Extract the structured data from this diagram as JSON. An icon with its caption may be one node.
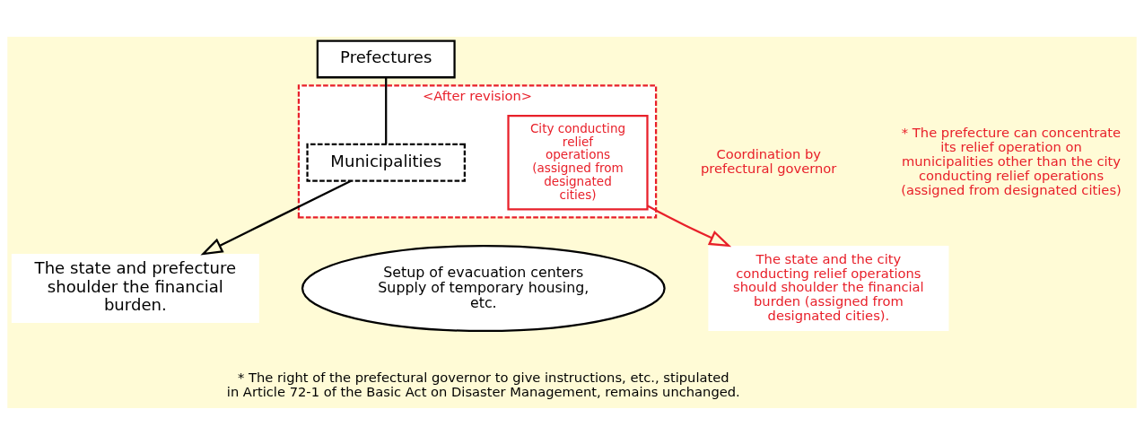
{
  "diagram": {
    "nodes": [
      {
        "text": [
          "Prefectures"
        ]
      },
      {
        "text": [
          "<After revision>"
        ]
      },
      {
        "text": [
          "Municipalities"
        ],
        "in": 1
      },
      {
        "text": [
          "City conducting relief operations (assigned from designated cities)"
        ],
        "in": 1
      },
      {
        "text": [
          "The state and prefecture shoulder the financial burden."
        ]
      },
      {
        "text": [
          "Setup of evacuation centers Supply of temporary housing, etc."
        ]
      },
      {
        "text": [
          "The state and the city conducting relief operations should shoulder the financial burden (assigned from designated cities)."
        ]
      }
    ],
    "edges": [
      {
        "from": 0,
        "to": 2,
        "arrow": "none"
      },
      {
        "from": 2,
        "to": 4,
        "arrow": "to"
      },
      {
        "from": 3,
        "to": 6,
        "arrow": "to",
        "color": "#e8202a"
      }
    ],
    "labels": [
      "Coordination by prefectural governor",
      "* The prefecture can concentrate its relief operation on municipalities other than the city conducting relief operations (assigned from designated cities)",
      "* The right of the prefectural governor to give instructions, etc., stipulated in Article 72-1 of the Basic Act on Disaster Management, remains unchanged."
    ]
  }
}
